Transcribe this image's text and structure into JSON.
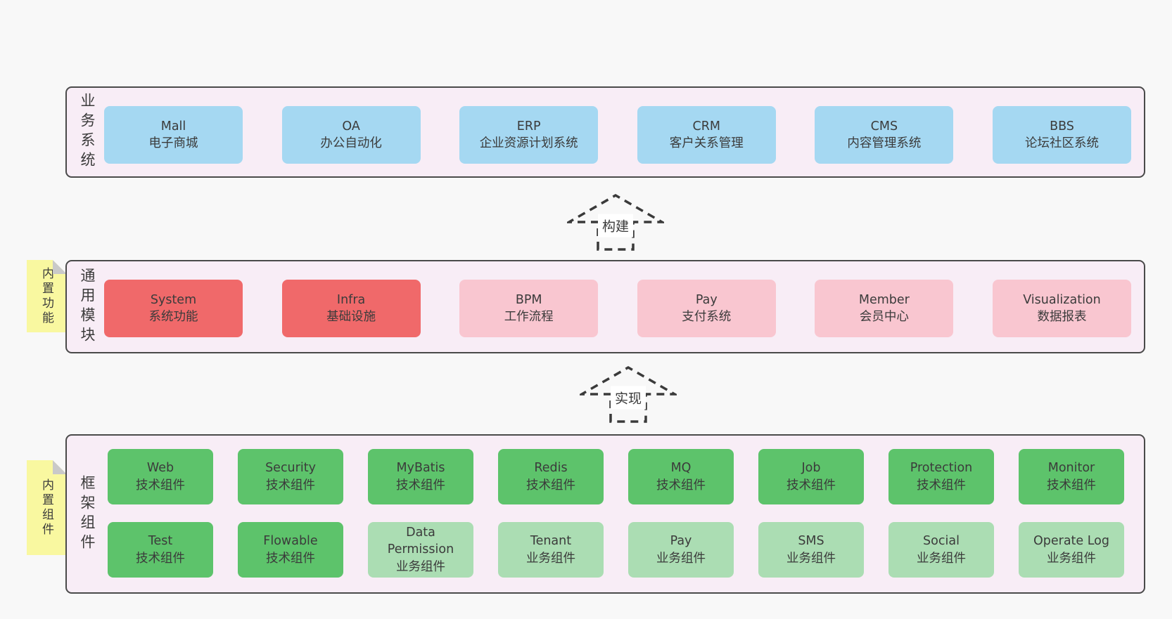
{
  "colors": {
    "page_background": "#f8f8f8",
    "panel_background": "#f8edf6",
    "panel_border": "#4a4a4a",
    "box_blue": "#a5d8f2",
    "box_red": "#f0696a",
    "box_pink": "#f9c6d0",
    "box_green_dark": "#5dc36b",
    "box_green_light": "#abddb3",
    "sticky_yellow": "#f9f8a0",
    "sticky_fold_gray": "#c9c9c9",
    "text": "#3b3b3b"
  },
  "layers": [
    {
      "title": "业务系统",
      "items": [
        {
          "name": "Mall",
          "desc": "电子商城"
        },
        {
          "name": "OA",
          "desc": "办公自动化"
        },
        {
          "name": "ERP",
          "desc": "企业资源计划系统"
        },
        {
          "name": "CRM",
          "desc": "客户关系管理"
        },
        {
          "name": "CMS",
          "desc": "内容管理系统"
        },
        {
          "name": "BBS",
          "desc": "论坛社区系统"
        }
      ]
    },
    {
      "title": "通用模块",
      "tag": "内置功能",
      "items": [
        {
          "name": "System",
          "desc": "系统功能"
        },
        {
          "name": "Infra",
          "desc": "基础设施"
        },
        {
          "name": "BPM",
          "desc": "工作流程"
        },
        {
          "name": "Pay",
          "desc": "支付系统"
        },
        {
          "name": "Member",
          "desc": "会员中心"
        },
        {
          "name": "Visualization",
          "desc": "数据报表"
        }
      ]
    },
    {
      "title": "框架组件",
      "tag": "内置组件",
      "rows": [
        [
          {
            "name": "Web",
            "desc": "技术组件"
          },
          {
            "name": "Security",
            "desc": "技术组件"
          },
          {
            "name": "MyBatis",
            "desc": "技术组件"
          },
          {
            "name": "Redis",
            "desc": "技术组件"
          },
          {
            "name": "MQ",
            "desc": "技术组件"
          },
          {
            "name": "Job",
            "desc": "技术组件"
          },
          {
            "name": "Protection",
            "desc": "技术组件"
          },
          {
            "name": "Monitor",
            "desc": "技术组件"
          }
        ],
        [
          {
            "name": "Test",
            "desc": "技术组件"
          },
          {
            "name": "Flowable",
            "desc": "技术组件"
          },
          {
            "name": "Data Permission",
            "desc": "业务组件"
          },
          {
            "name": "Tenant",
            "desc": "业务组件"
          },
          {
            "name": "Pay",
            "desc": "业务组件"
          },
          {
            "name": "SMS",
            "desc": "业务组件"
          },
          {
            "name": "Social",
            "desc": "业务组件"
          },
          {
            "name": "Operate Log",
            "desc": "业务组件"
          }
        ]
      ]
    }
  ],
  "arrows": [
    {
      "label": "构建"
    },
    {
      "label": "实现"
    }
  ]
}
